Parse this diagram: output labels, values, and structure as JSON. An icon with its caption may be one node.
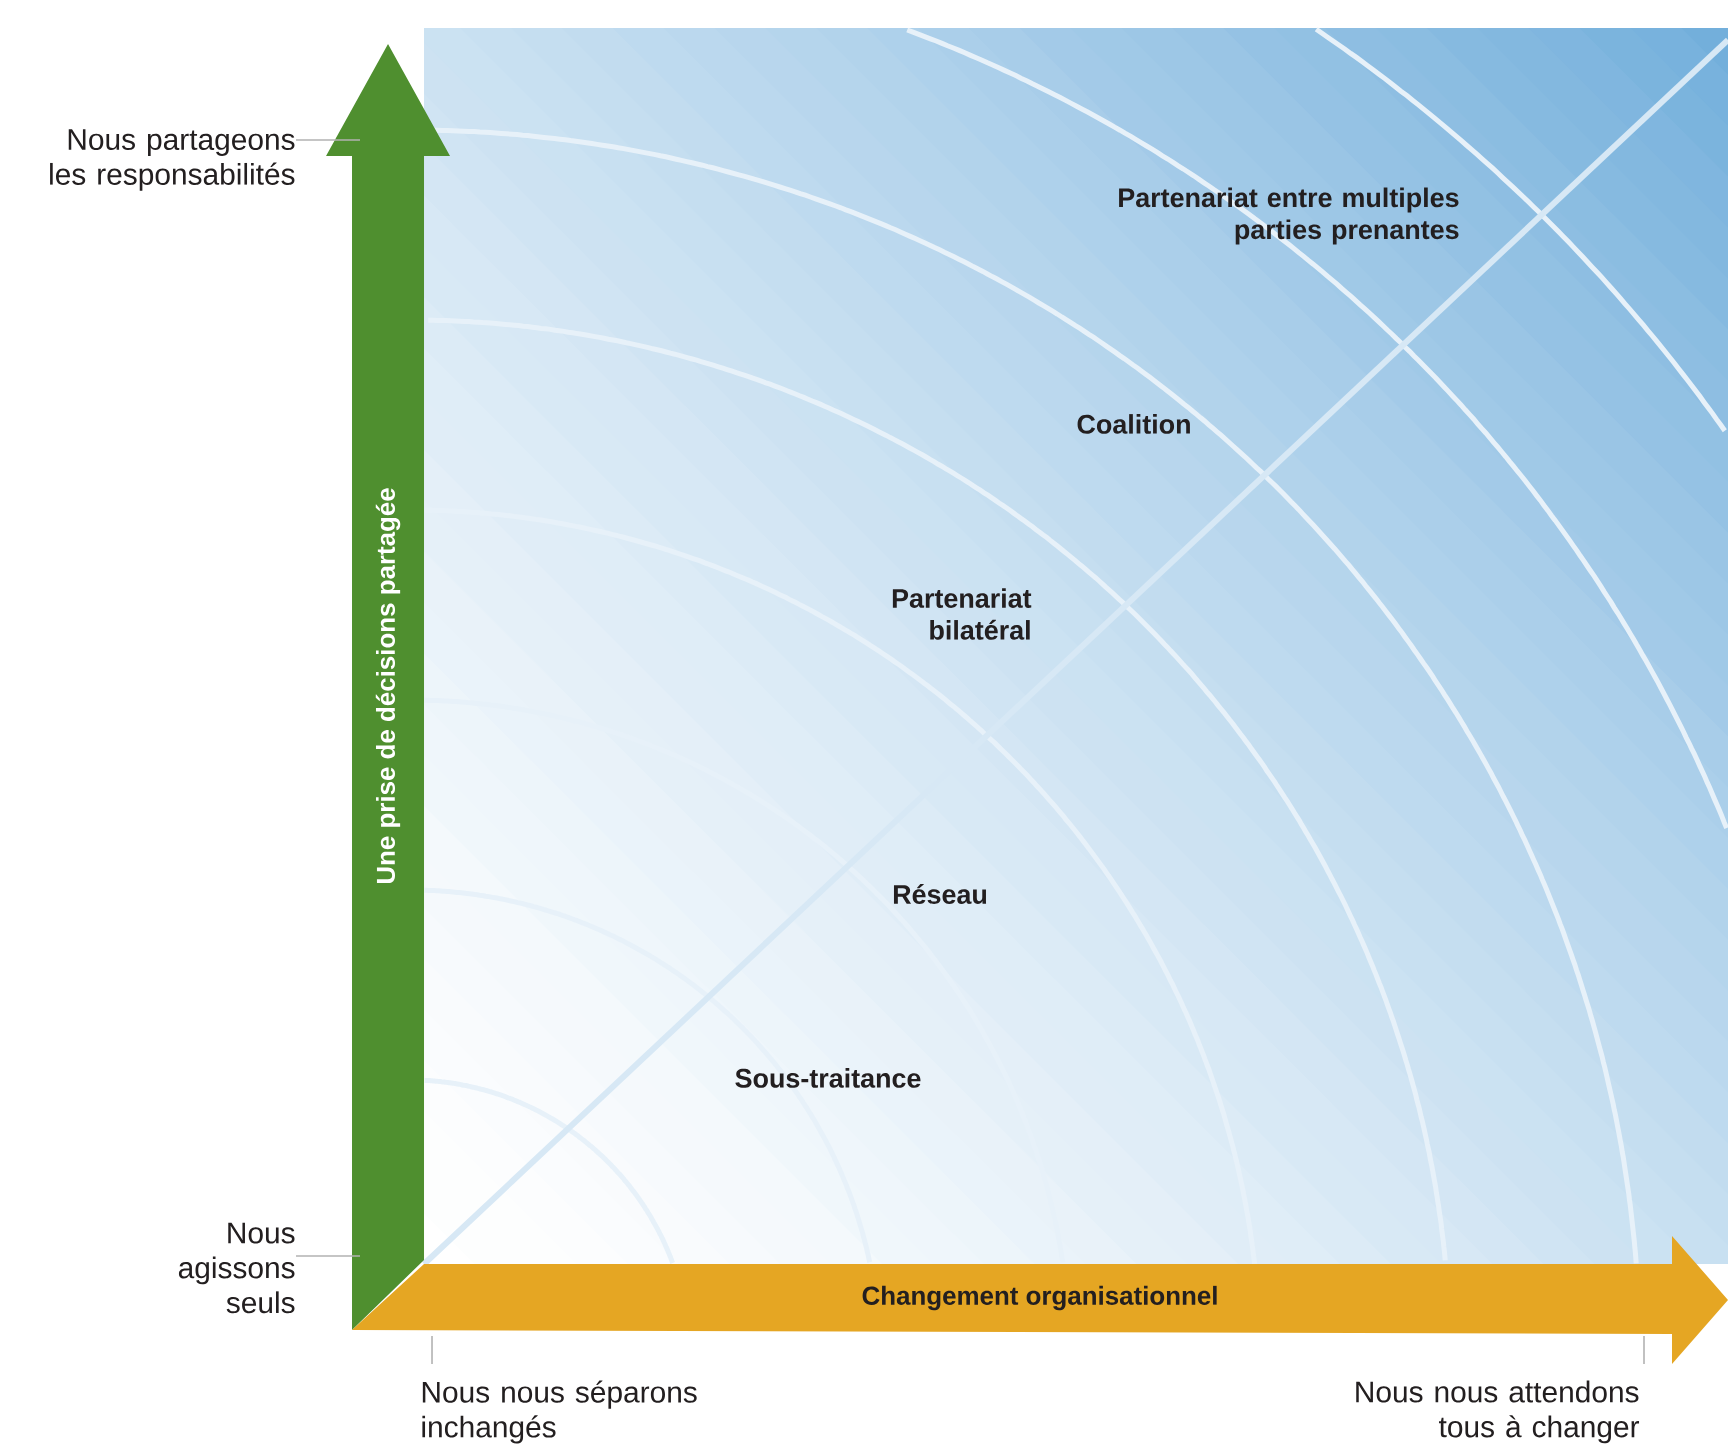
{
  "diagram": {
    "nodes": [
      {
        "text": [
          "Une prise de décisions partagée"
        ]
      },
      {
        "text": [
          "Changement organisationnel"
        ]
      }
    ],
    "labels": [
      "Nous partageons les responsabilités",
      "Partenariat entre multiples parties prenantes",
      "Coalition",
      "Partenariat bilatéral",
      "Réseau",
      "Sous-traitance",
      "Nous agissons seuls",
      "Nous nous séparons inchangés",
      "Nous nous attendons tous à changer"
    ]
  }
}
